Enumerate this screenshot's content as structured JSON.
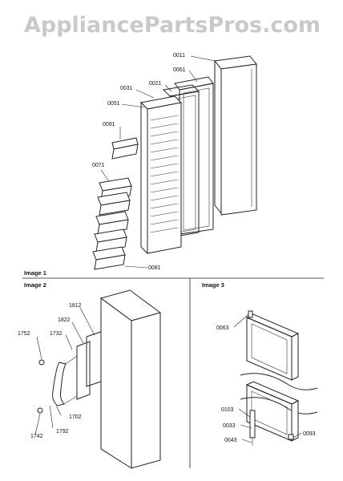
{
  "watermark": "AppliancePartsPros.com",
  "sections": {
    "image1": "Image 1",
    "image2": "Image 2",
    "image3": "Image 3"
  },
  "labels": {
    "p0011": "0011",
    "p0061": "0061",
    "p0021": "0021",
    "p0031": "0031",
    "p0051": "0051",
    "p0091": "0091",
    "p0071": "0071",
    "p0081": "0081",
    "p1812": "1812",
    "p1822": "1822",
    "p1732": "1732",
    "p1752": "1752",
    "p1702": "1702",
    "p1792": "1792",
    "p1742": "1742",
    "p0063": "0063",
    "p0103": "0103",
    "p0033": "0033",
    "p0043": "0043",
    "p0093": "0093"
  }
}
